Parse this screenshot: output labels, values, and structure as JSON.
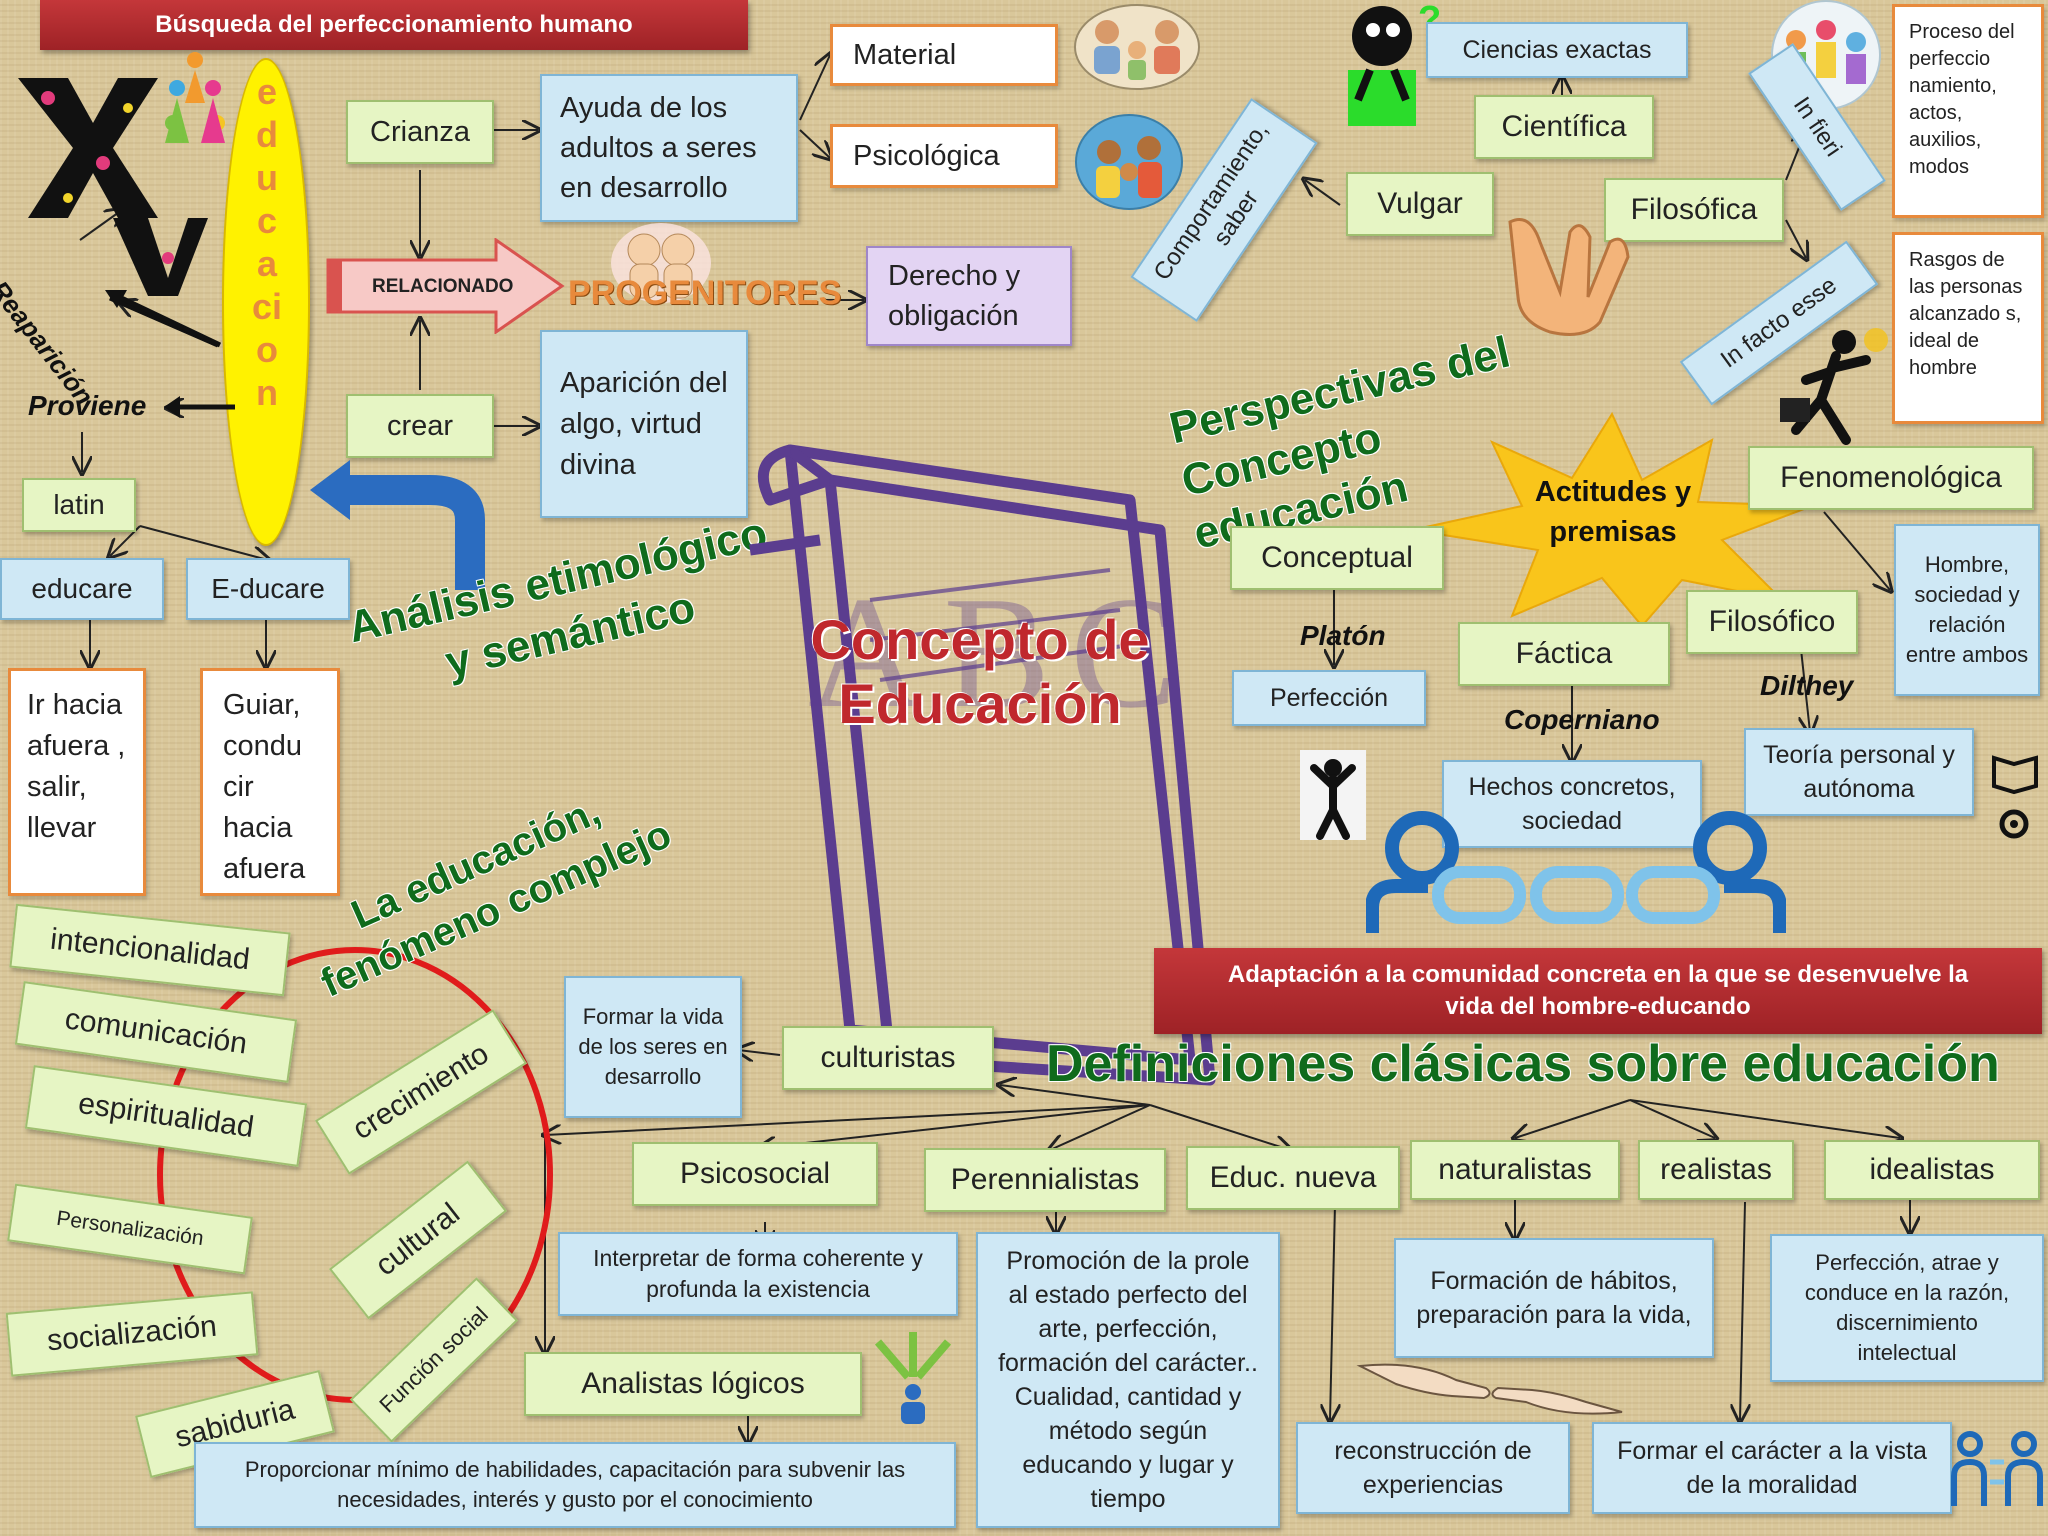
{
  "top_banner": "Búsqueda del perfeccionamiento humano",
  "vertical_word": "educacion",
  "labels": {
    "reaparicion": "Reaparición",
    "proviene": "Proviene",
    "relacionado": "RELACIONADO",
    "progenitores": "PROGENITORES",
    "platon": "Platón",
    "coperniano": "Coperniano",
    "dilthey": "Dilthey"
  },
  "etymology": {
    "latin": "latin",
    "educare": "educare",
    "educare_meaning": "Ir hacia afuera , salir, llevar",
    "e_ducare": "E-ducare",
    "e_ducare_meaning": "Guiar, condu cir hacia afuera"
  },
  "crianza": {
    "crianza": "Crianza",
    "crianza_desc": "Ayuda de los adultos a seres en desarrollo",
    "material": "Material",
    "psicologica": "Psicológica",
    "crear": "crear",
    "crear_desc": "Aparición del algo, virtud divina",
    "derecho": "Derecho y obligación"
  },
  "titles": {
    "analisis": "Análisis etimológico y semántico",
    "fenomeno": "La educación, fenómeno complejo",
    "perspectivas": "Perspectivas del Concepto educación",
    "definiciones": "Definiciones clásicas sobre educación",
    "center": "Concepto de Educación",
    "book_letters": "ABC"
  },
  "complejo": {
    "left": [
      "intencionalidad",
      "comunicación",
      "espiritualidad",
      "Personalización",
      "socialización",
      "sabiduria"
    ],
    "right": [
      "crecimiento",
      "cultural",
      "Función social"
    ]
  },
  "perspectivas": {
    "ciencias_exactas": "Ciencias exactas",
    "cientifica": "Científica",
    "vulgar": "Vulgar",
    "comportamiento": "Comportamiento, saber",
    "filosofica": "Filosófica",
    "in_fieri": "In fieri",
    "in_facto": "In facto esse",
    "in_fieri_desc": "Proceso del perfeccio namiento, actos, auxilios, modos",
    "in_facto_desc": "Rasgos de las personas alcanzado s, ideal de hombre",
    "actitudes": "Actitudes y premisas",
    "conceptual": "Conceptual",
    "perfeccion": "Perfección",
    "factica": "Fáctica",
    "hechos": "Hechos concretos, sociedad",
    "filosofico": "Filosófico",
    "teoria": "Teoría personal y autónoma",
    "fenomenologica": "Fenomenológica",
    "fenomenologica_desc": "Hombre, sociedad y relación entre ambos"
  },
  "definiciones": {
    "adaptacion": "Adaptación a la comunidad concreta en la que se desenvuelve la vida del hombre-educando",
    "culturistas": "culturistas",
    "culturistas_desc": "Formar la vida de los seres en desarrollo",
    "psicosocial": "Psicosocial",
    "psicosocial_desc": "Interpretar de forma coherente y profunda la existencia",
    "perennialistas": "Perennialistas",
    "perennialistas_desc": "Promoción de la prole al estado perfecto del arte, perfección, formación del carácter.. Cualidad, cantidad y método según educando y lugar y tiempo",
    "educ_nueva": "Educ. nueva",
    "educ_nueva_desc": "reconstrucción de experiencias",
    "analistas": "Analistas lógicos",
    "analistas_desc": "Proporcionar mínimo de habilidades, capacitación para subvenir las necesidades, interés y gusto por el conocimiento",
    "naturalistas": "naturalistas",
    "naturalistas_desc": "Formación de hábitos, preparación para la vida,",
    "realistas": "realistas",
    "realistas_desc": "Formar el carácter a la vista de la moralidad",
    "idealistas": "idealistas",
    "idealistas_desc": "Perfección, atrae y conduce en la razón, discernimiento intelectual"
  },
  "icons": [
    "xvii-letters-icon",
    "figures-icon",
    "family-icon",
    "parents-child-icon",
    "babies-icon",
    "thinking-character-icon",
    "globe-kids-icon",
    "hand-icon",
    "running-man-icon",
    "person-silhouette-icon",
    "chain-people-icon",
    "book-gear-icon",
    "arrows-people-icon",
    "hands-touch-icon",
    "blue-people-icon"
  ],
  "colors": {
    "green_box": "#e6f5c4",
    "blue_box": "#cfe8f5",
    "orange_border": "#e88a3c",
    "red_banner": "#b02a2e",
    "green_title": "#0f6b1c",
    "center_title": "#c0282d",
    "book_purple": "#5b3d8f",
    "ellipse_yellow": "#fff200",
    "star_yellow": "#f9c51b"
  }
}
